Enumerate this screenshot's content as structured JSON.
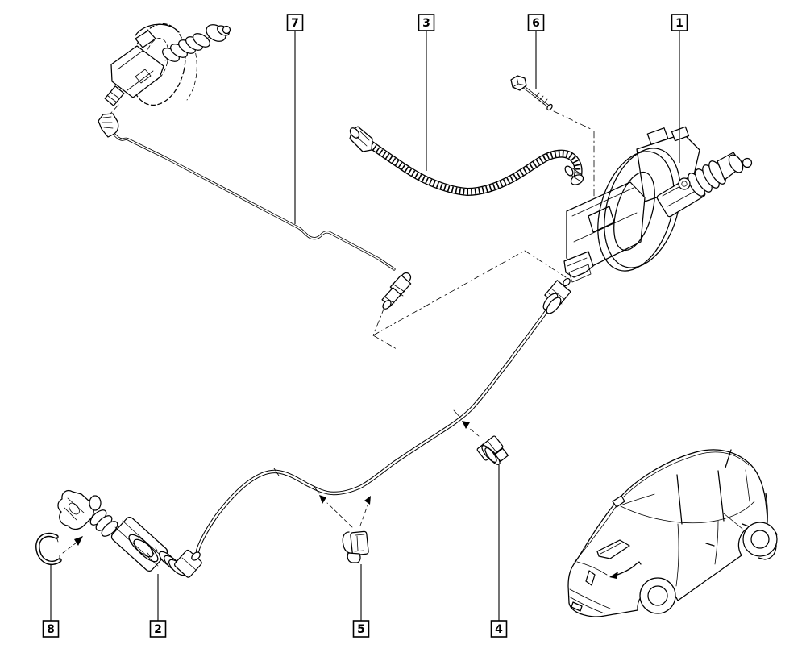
{
  "diagram": {
    "background_color": "#ffffff",
    "line_color": "#000000"
  },
  "callouts": {
    "c1": {
      "number": "1"
    },
    "c2": {
      "number": "2"
    },
    "c3": {
      "number": "3"
    },
    "c4": {
      "number": "4"
    },
    "c5": {
      "number": "5"
    },
    "c6": {
      "number": "6"
    },
    "c7": {
      "number": "7"
    },
    "c8": {
      "number": "8"
    }
  }
}
